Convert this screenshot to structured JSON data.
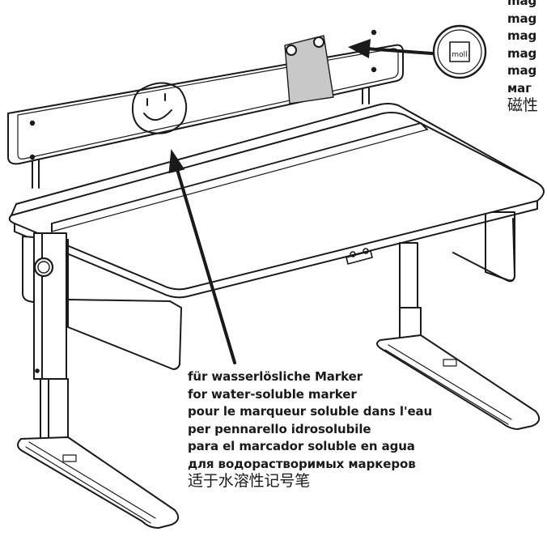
{
  "magnet_labels": [
    "mag",
    "mag",
    "mag",
    "mag",
    "mag",
    "маг",
    "磁性"
  ],
  "marker_labels": [
    "für wasserlösliche Marker",
    "for water-soluble marker",
    "pour le marqueur soluble dans l'eau",
    "per pennarello idrosolubile",
    "para el marcador soluble en agua",
    "для водорастворимых маркеров",
    "适于水溶性记号笔"
  ],
  "magnet_button_text": "moll",
  "colors": {
    "line": "#1a1a1a",
    "magnet_sheet": "#c8c8c8",
    "background": "#ffffff"
  }
}
